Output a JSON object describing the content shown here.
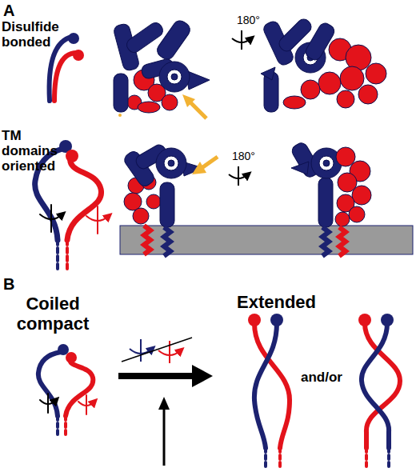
{
  "diagram": {
    "labels": [
      "A",
      "Disulfide bonded",
      "180°",
      "TM domains oriented",
      "180°",
      "B",
      "Coiled compact",
      "Extended",
      "and/or"
    ]
  }
}
